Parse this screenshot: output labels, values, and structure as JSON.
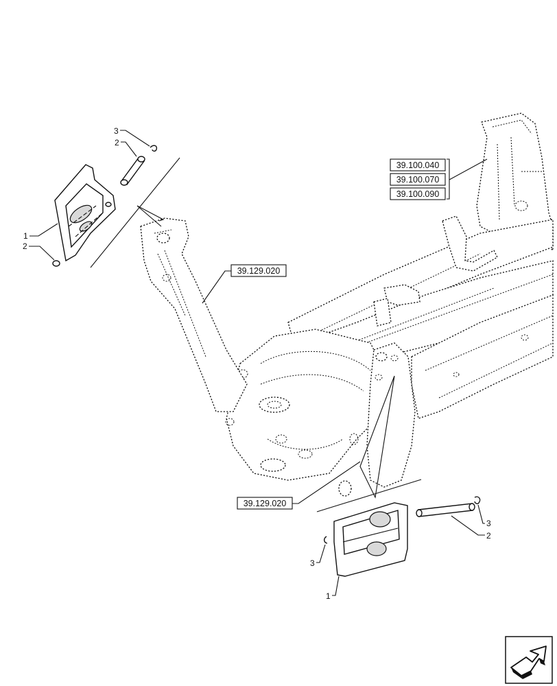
{
  "diagram": {
    "references": {
      "top_right": [
        "39.100.040",
        "39.100.070",
        "39.100.090"
      ],
      "upper_left": "39.129.020",
      "lower_center": "39.129.020"
    },
    "callouts": {
      "upper_left_3": "3",
      "upper_left_2_top": "2",
      "upper_left_1": "1",
      "upper_left_2_bottom": "2",
      "lower_right_3": "3",
      "lower_right_2": "2",
      "lower_left_3": "3",
      "lower_1": "1"
    },
    "icons": {
      "navigation": "next-page-arrow-icon"
    }
  }
}
